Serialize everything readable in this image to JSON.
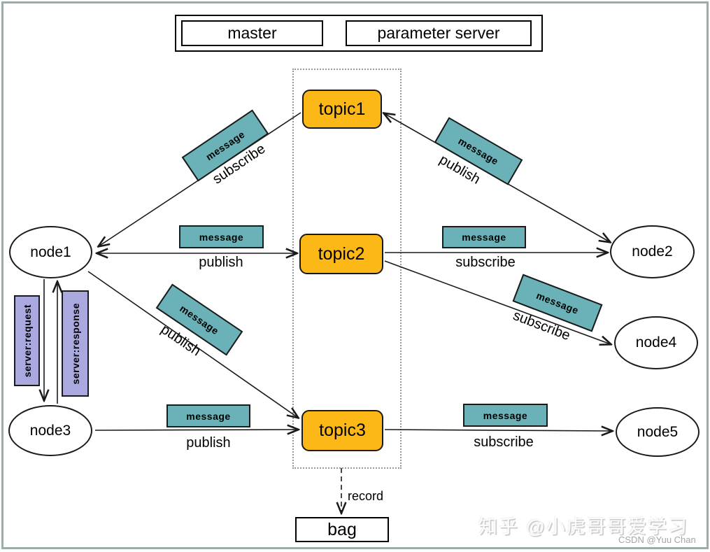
{
  "header": {
    "master": "master",
    "parameter_server": "parameter server"
  },
  "topics": [
    {
      "label": "topic1"
    },
    {
      "label": "topic2"
    },
    {
      "label": "topic3"
    }
  ],
  "nodes": [
    {
      "label": "node1"
    },
    {
      "label": "node2"
    },
    {
      "label": "node3"
    },
    {
      "label": "node4"
    },
    {
      "label": "node5"
    }
  ],
  "message_label": "message",
  "edges": [
    {
      "from": "topic1",
      "to": "node1",
      "action": "subscribe"
    },
    {
      "from": "node2",
      "to": "topic1",
      "action": "publish"
    },
    {
      "from": "node1",
      "to": "topic2",
      "action": "publish"
    },
    {
      "from": "topic2",
      "to": "node2",
      "action": "subscribe"
    },
    {
      "from": "topic2",
      "to": "node4",
      "action": "subscribe"
    },
    {
      "from": "node1",
      "to": "topic3",
      "action": "publish"
    },
    {
      "from": "node3",
      "to": "topic3",
      "action": "publish"
    },
    {
      "from": "topic3",
      "to": "node5",
      "action": "subscribe"
    },
    {
      "from": "topic3",
      "to": "bag",
      "action": "record"
    }
  ],
  "service_labels": {
    "request": "server:request",
    "response": "server:response"
  },
  "bag_label": "bag",
  "watermarks": {
    "zhihu": "知乎 @小虎哥哥爱学习",
    "csdn": "CSDN @Yuu Chan"
  },
  "colors": {
    "topic_fill": "#fcb817",
    "message_fill": "#6ab2b8",
    "service_fill": "#a9a9e0",
    "line": "#1a1a1a",
    "dotted": "#909c9c",
    "frame": "#9dabaa"
  }
}
